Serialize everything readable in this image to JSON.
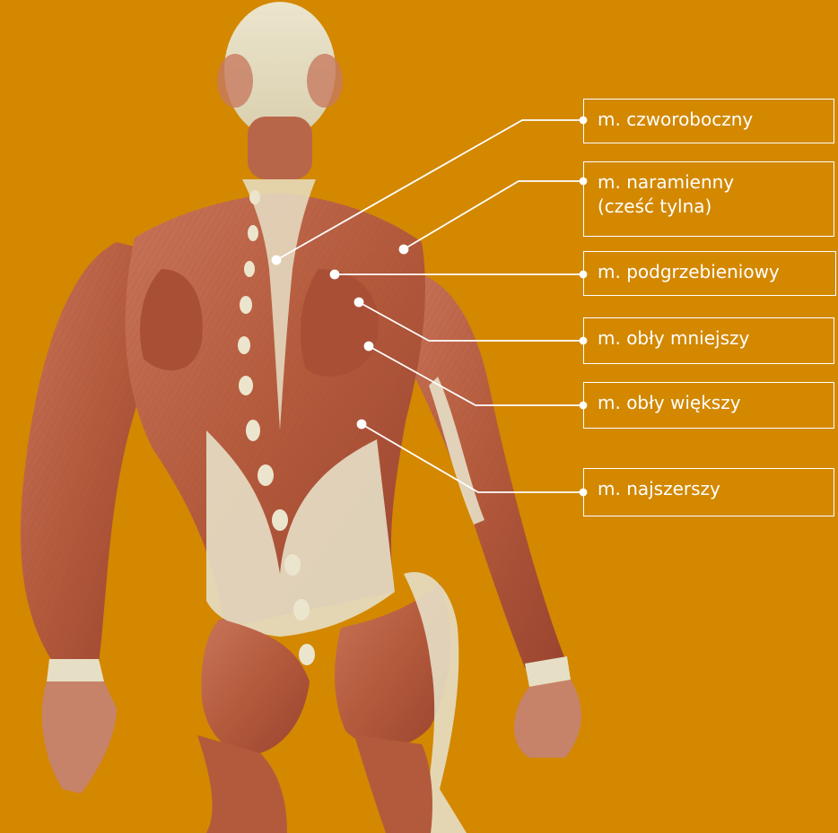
{
  "colors": {
    "background": "#d38800",
    "line": "#ffffff",
    "label_text": "#ffffff",
    "skin": "#ddd3b4",
    "muscle": "#b45a3c",
    "muscle_dark": "#8a3b28",
    "tendon": "#e6dfc6"
  },
  "labels": [
    {
      "id": "trapezius",
      "lines": [
        "m. czworoboczny"
      ]
    },
    {
      "id": "deltoid",
      "lines": [
        "m. naramienny",
        "(cześć tylna)"
      ]
    },
    {
      "id": "infraspinatus",
      "lines": [
        "m. podgrzebieniowy"
      ]
    },
    {
      "id": "teres_minor",
      "lines": [
        "m. obły mniejszy"
      ]
    },
    {
      "id": "teres_major",
      "lines": [
        "m. obły większy"
      ]
    },
    {
      "id": "latissimus",
      "lines": [
        "m. najszerszy"
      ]
    }
  ]
}
